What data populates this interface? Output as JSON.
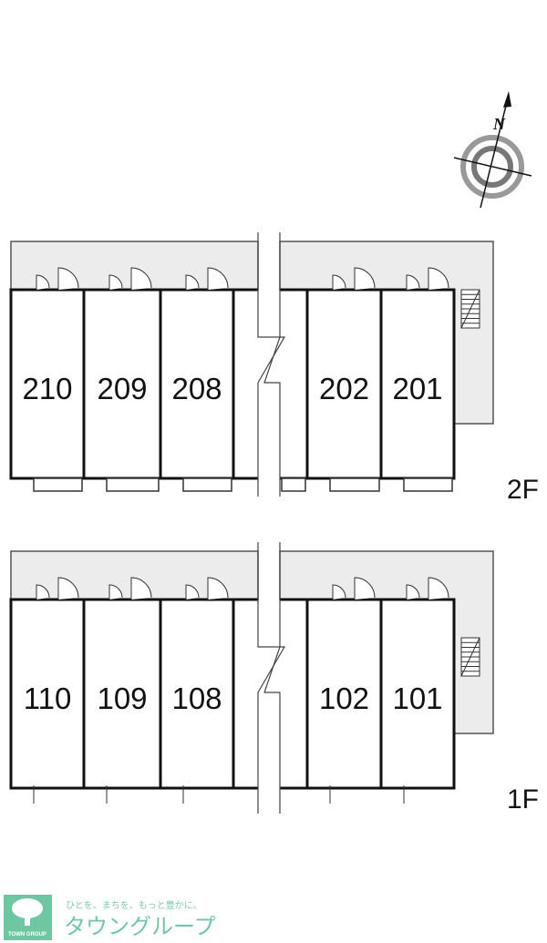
{
  "floors": [
    {
      "label": "2F",
      "units": [
        "210",
        "209",
        "208",
        "202",
        "201"
      ]
    },
    {
      "label": "1F",
      "units": [
        "110",
        "109",
        "108",
        "102",
        "101"
      ]
    }
  ],
  "compass": {
    "north_label": "N"
  },
  "logo": {
    "tagline": "ひとを、まちを、もっと豊かに。",
    "brand": "タウングループ",
    "brand_en": "TOWN GROUP"
  },
  "colors": {
    "corridor": "#ececec",
    "wall": "#111111",
    "logo_green": "#6fc6a2"
  }
}
